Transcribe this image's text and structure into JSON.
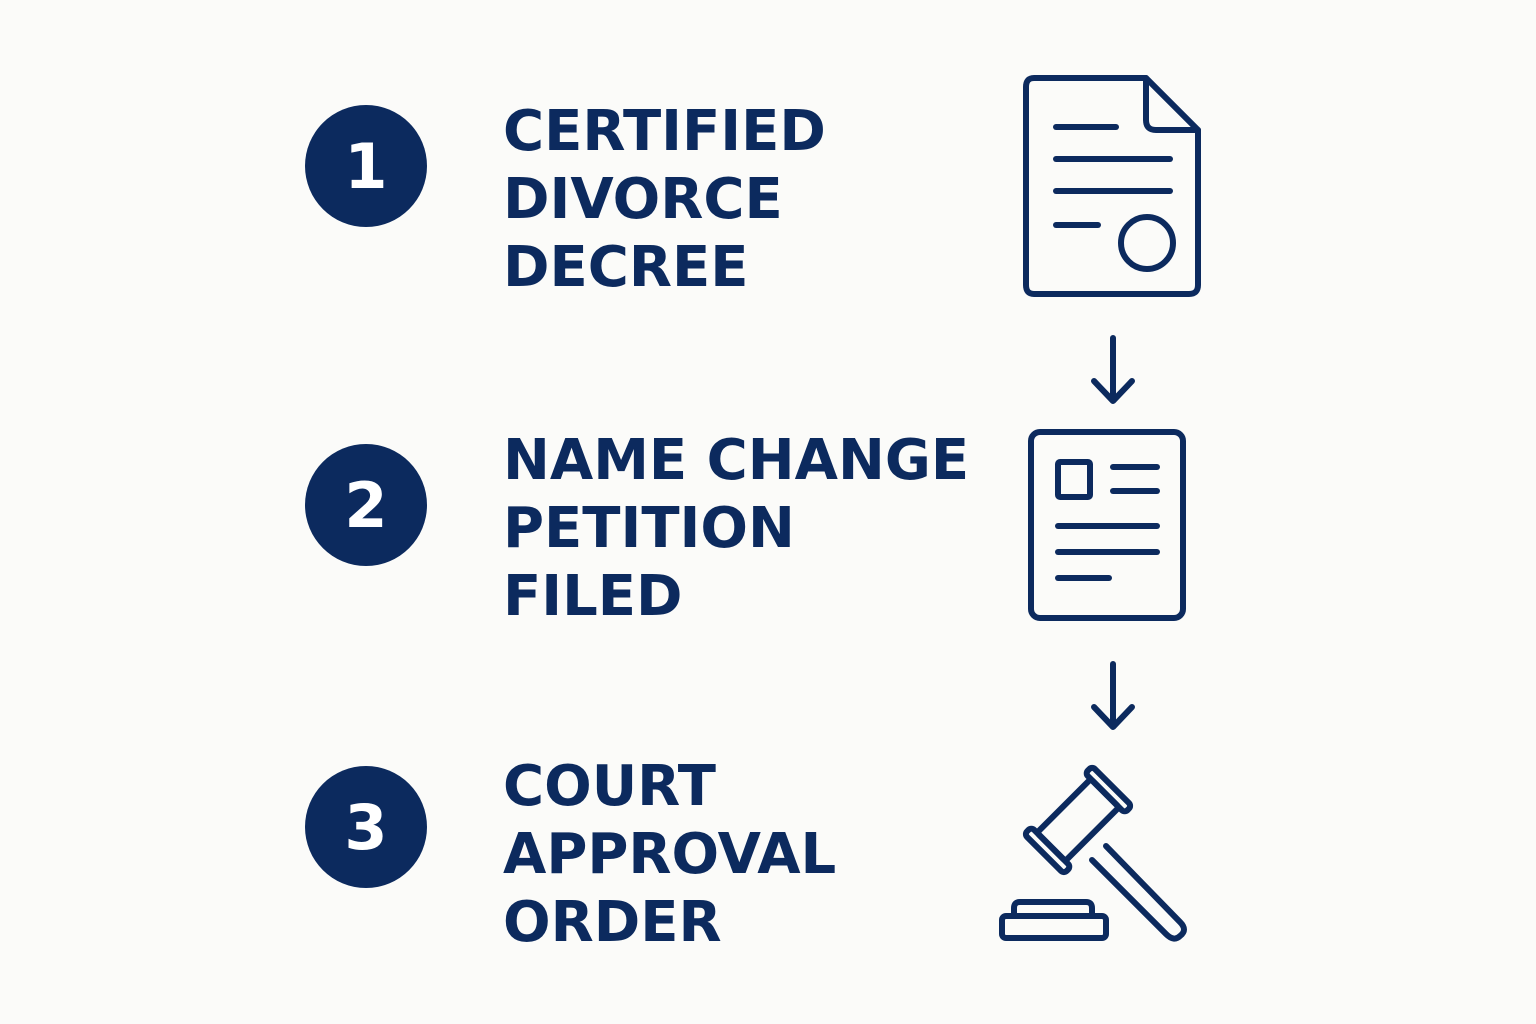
{
  "steps": [
    {
      "number": "1",
      "label_lines": [
        "CERTIFIED",
        "DIVORCE",
        "DECREE"
      ],
      "icon": "certificate-document-icon"
    },
    {
      "number": "2",
      "label_lines": [
        "NAME CHANGE",
        "PETITION",
        "FILED"
      ],
      "icon": "form-document-icon"
    },
    {
      "number": "3",
      "label_lines": [
        "COURT",
        "APPROVAL",
        "ORDER"
      ],
      "icon": "gavel-icon"
    }
  ],
  "connectors": [
    "down-arrow-icon",
    "down-arrow-icon"
  ],
  "colors": {
    "accent": "#0c2a5e",
    "background": "#fbfbf9",
    "number_text": "#ffffff"
  }
}
